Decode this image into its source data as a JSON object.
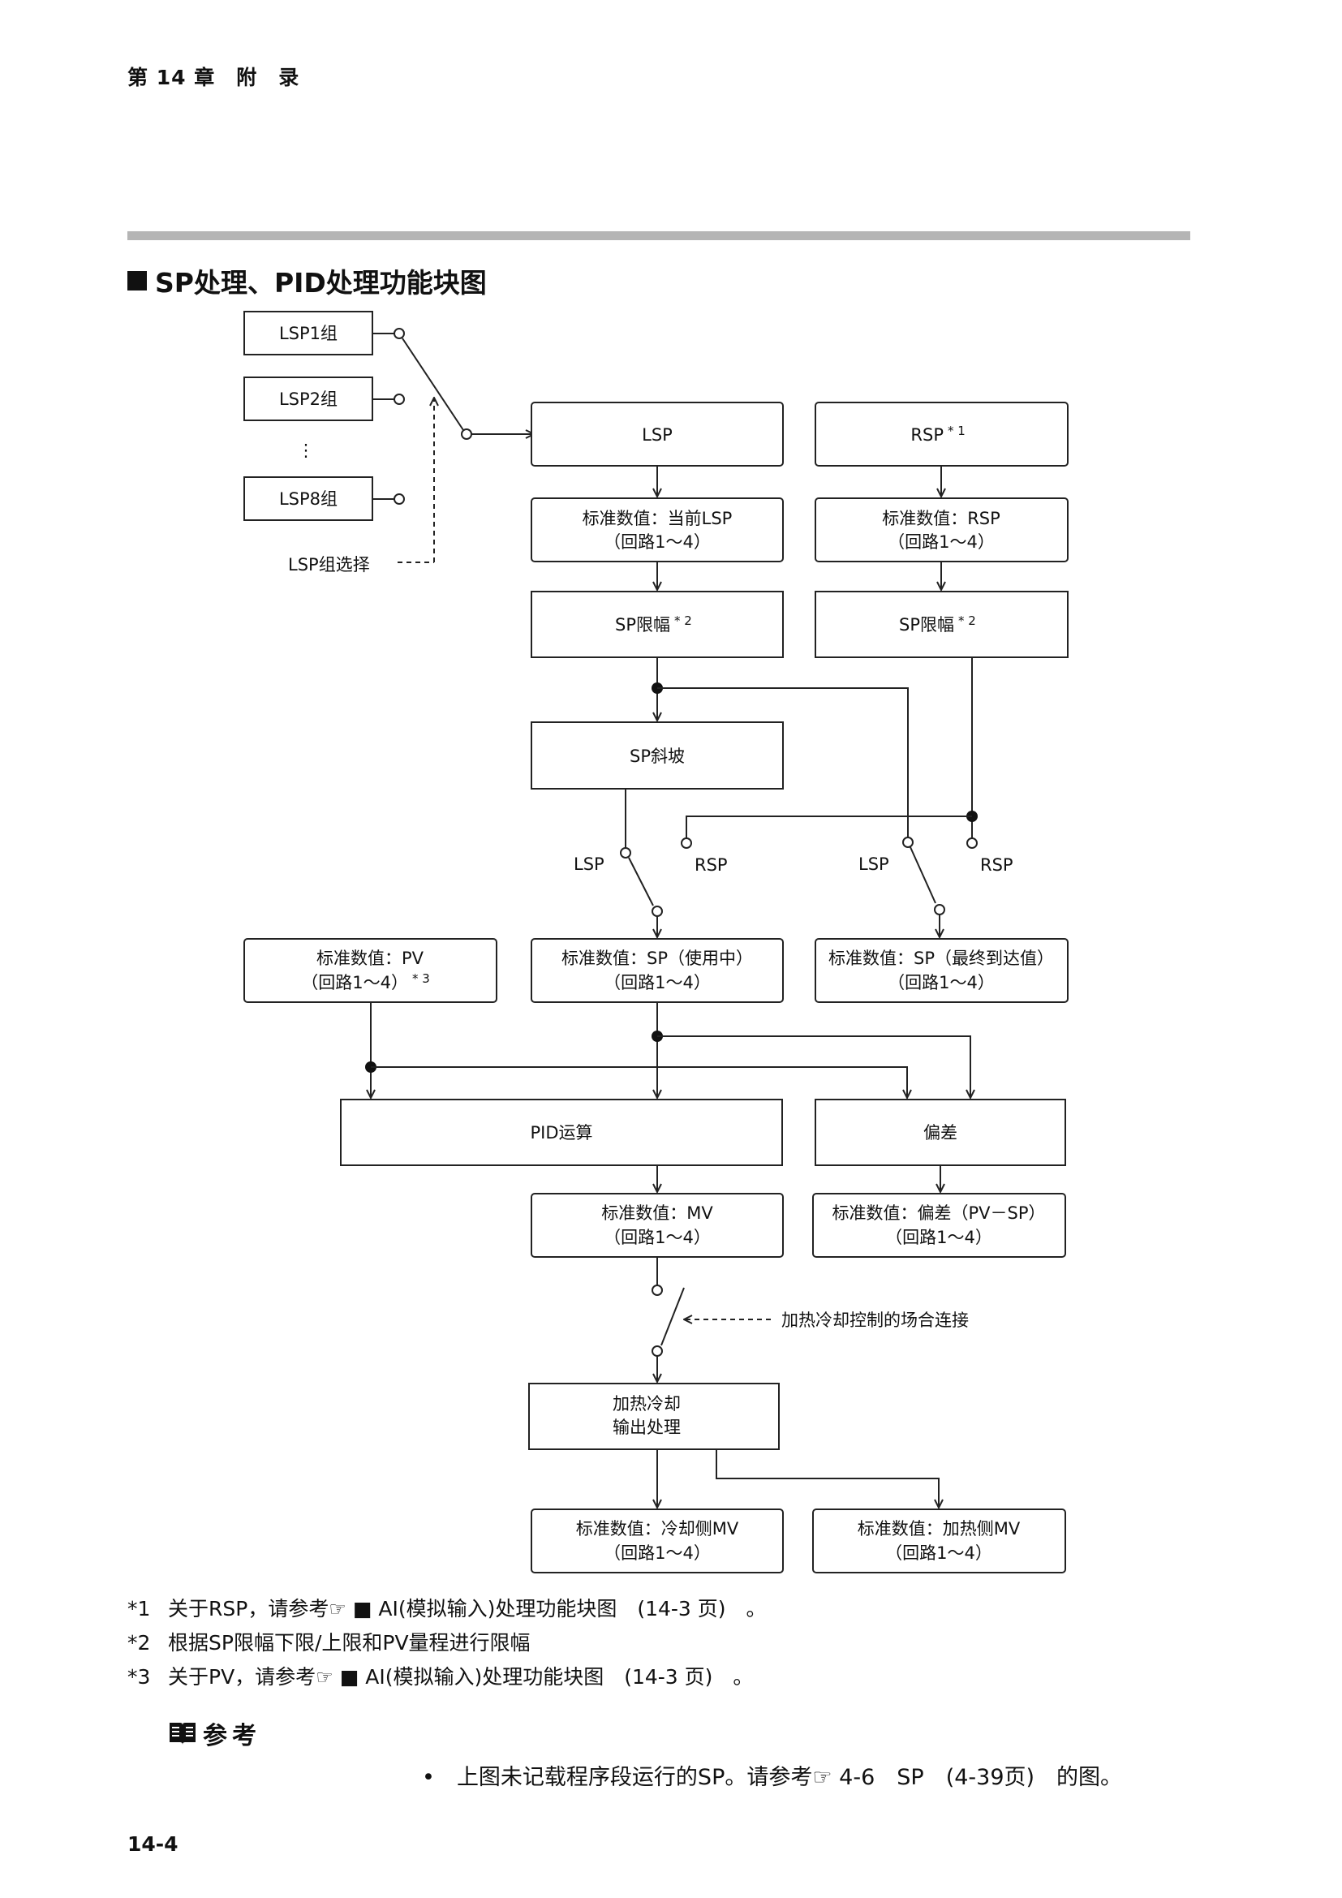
{
  "header": {
    "chapter": "第 14 章　附　录"
  },
  "section": {
    "title": "SP处理、PID处理功能块图"
  },
  "diagram": {
    "lsp_group1": "LSP1组",
    "lsp_group2": "LSP2组",
    "lsp_dots": "⋮",
    "lsp_group8": "LSP8组",
    "lsp_group_select": "LSP组选择",
    "lsp": "LSP",
    "rsp": "RSP",
    "rsp_note": "* 1",
    "std_current_lsp_1": "标准数值：当前LSP",
    "loop_1_4": "（回路1～4）",
    "std_rsp_1": "标准数值：RSP",
    "sp_limit": "SP限幅",
    "sp_limit_note": "* 2",
    "sp_ramp": "SP斜坡",
    "sw_lsp": "LSP",
    "sw_rsp": "RSP",
    "std_pv_1": "标准数值：PV",
    "std_pv_2": "（回路1～4）",
    "pv_note": "* 3",
    "std_sp_used_1": "标准数值：SP（使用中）",
    "std_sp_final_1": "标准数值：SP（最终到达值）",
    "pid_calc": "PID运算",
    "deviation": "偏差",
    "std_mv_1": "标准数值：MV",
    "std_dev_1": "标准数值：偏差（PV－SP）",
    "heat_cool_switch": "加热冷却控制的场合连接",
    "heat_cool_out_1": "加热冷却",
    "heat_cool_out_2": "输出处理",
    "std_cool_mv_1": "标准数值：冷却侧MV",
    "std_heat_mv_1": "标准数值：加热侧MV"
  },
  "notes": [
    {
      "key": "*1",
      "pre": "关于RSP，请参考",
      "hand": "☞",
      "post": "■ AI(模拟输入)处理功能块图　(14-3 页)　。"
    },
    {
      "key": "*2",
      "pre": "根据SP限幅下限/上限和PV量程进行限幅",
      "hand": "",
      "post": ""
    },
    {
      "key": "*3",
      "pre": "关于PV，请参考",
      "hand": "☞",
      "post": "■ AI(模拟输入)处理功能块图　(14-3 页)　。"
    }
  ],
  "reference": {
    "heading": "参考",
    "bullet": "•",
    "item_pre": "上图未记载程序段运行的SP。请参考",
    "hand": "☞",
    "item_post": "4-6　SP　(4-39页)　的图。"
  },
  "footer": {
    "page": "14-4"
  }
}
